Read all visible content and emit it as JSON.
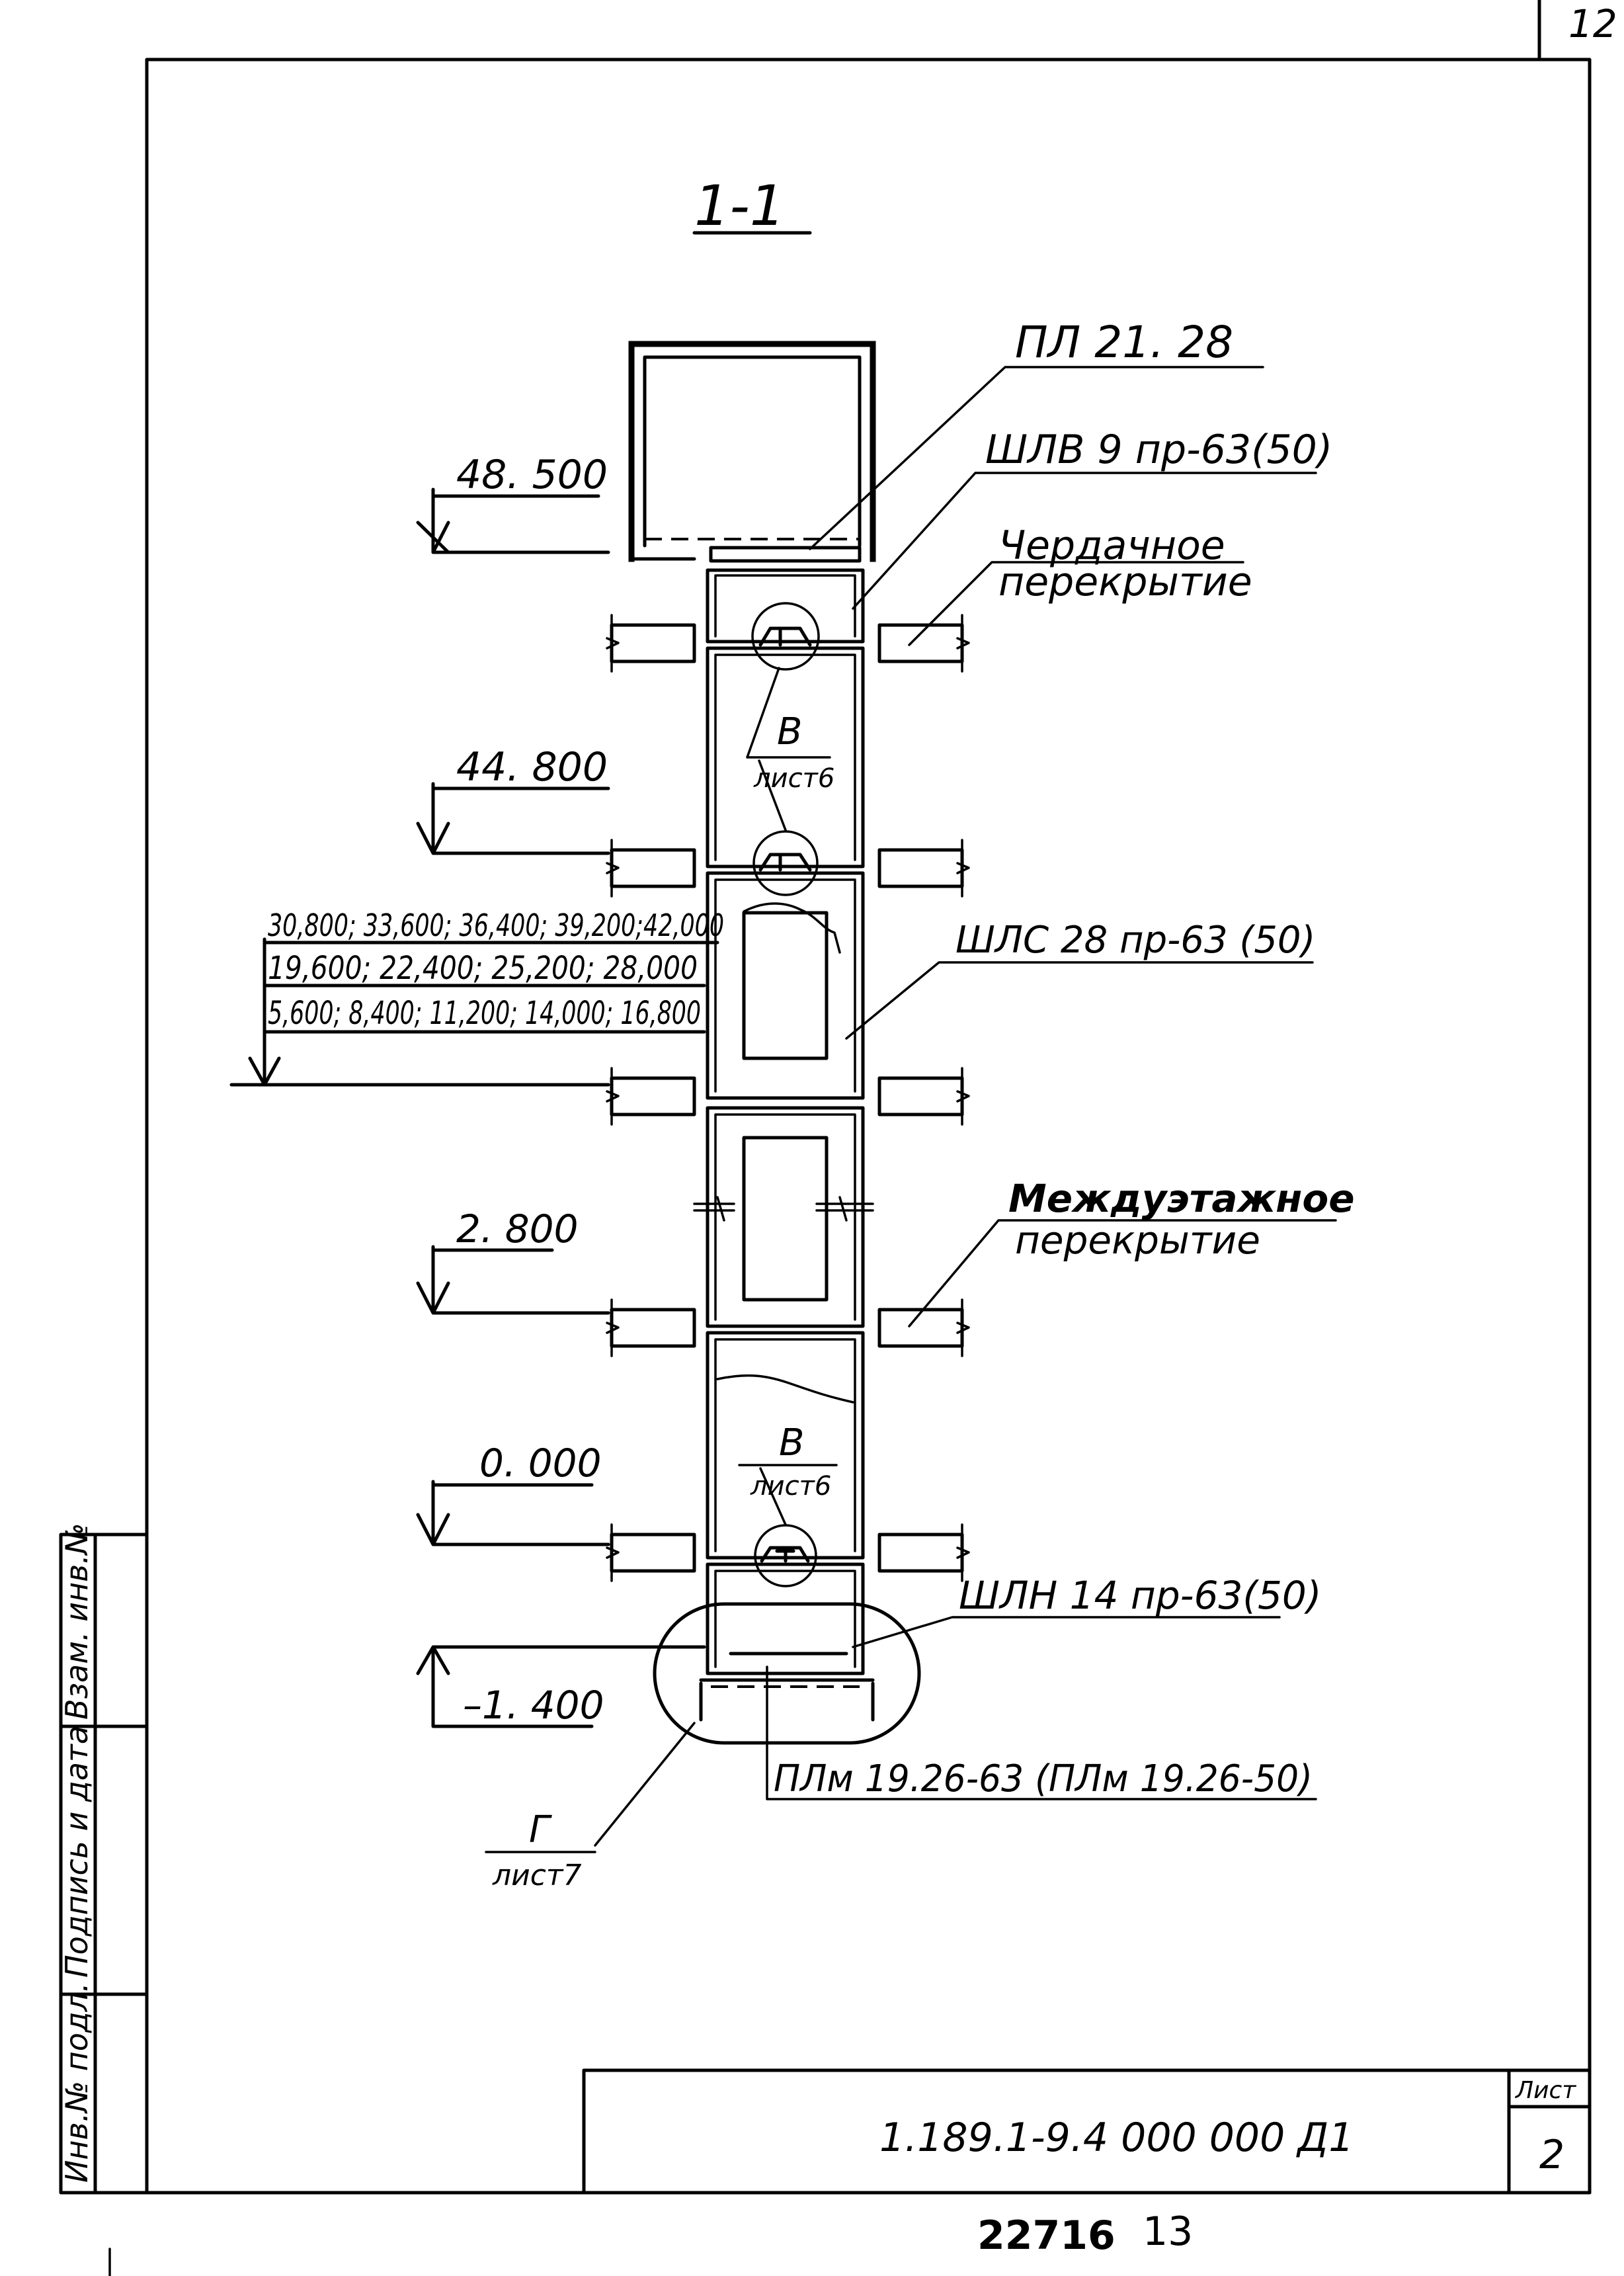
{
  "sheet": {
    "top_page_number": "12",
    "section_title": "1-1",
    "document_code": "1.189.1-9.4  000 000 Д1",
    "sheet_label": "Лист",
    "sheet_number": "2",
    "archive_number": "22716",
    "archive_page": "13"
  },
  "side_stamp": {
    "inventory_no_original": "Инв.№ подл.",
    "signature_and_date": "Подпись и дата",
    "replaced_inventory_no": "Взам. инв.№"
  },
  "elevations": {
    "top": "48. 500",
    "attic": "44. 800",
    "middle_line1": "30,800; 33,600; 36,400; 39,200;42,000",
    "middle_line2": "19,600; 22,400; 25,200; 28,000",
    "middle_line3": "5,600; 8,400; 11,200; 14,000; 16,800",
    "first": "2. 800",
    "zero": "0. 000",
    "pit": "–1. 400"
  },
  "callouts": {
    "top_slab": "ПЛ 21. 28",
    "upper_shaft": "ШЛВ 9 пр-63(50)",
    "attic_floor_line1": "Чердачное",
    "attic_floor_line2": "перекрытие",
    "typical_shaft": "ШЛС 28 пр-63 (50)",
    "floor_line1": "Междуэтажное",
    "floor_line2": "перекрытие",
    "lower_shaft": "ШЛН 14 пр-63(50)",
    "pit_slab": "ПЛм 19.26-63 (ПЛм 19.26-50)"
  },
  "detail_refs": {
    "detail_v_upper_letter": "В",
    "detail_v_upper_sheet": "лист6",
    "detail_v_lower_letter": "В",
    "detail_v_lower_sheet": "лист6",
    "detail_g_letter": "Г",
    "detail_g_sheet": "лист7"
  }
}
